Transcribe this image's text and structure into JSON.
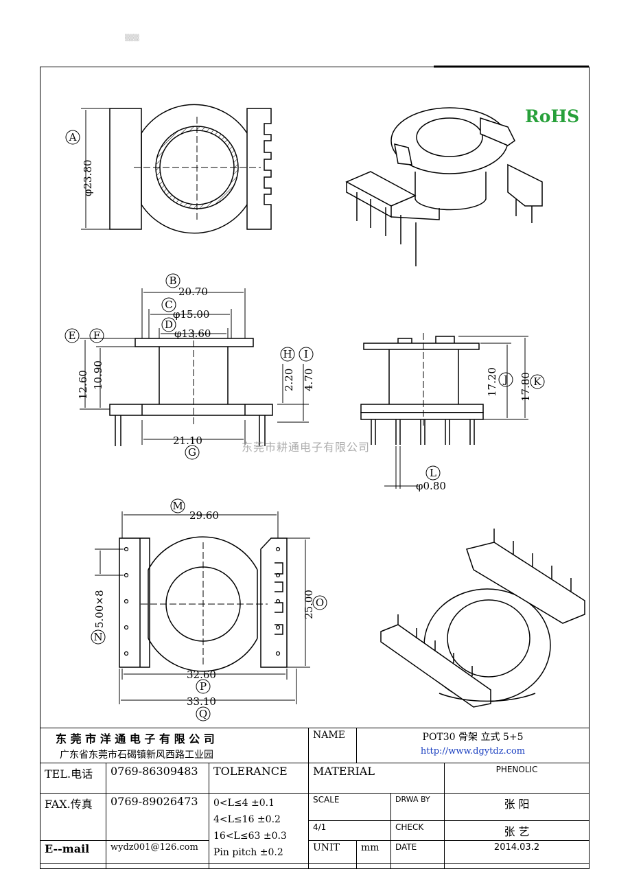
{
  "brand_mark": "RoHS",
  "watermark": "东莞市耕通电子有限公司",
  "dimensions": {
    "A": {
      "letter": "A",
      "value": "φ23.80"
    },
    "B": {
      "letter": "B",
      "value": "20.70"
    },
    "C": {
      "letter": "C",
      "value": "φ15.00"
    },
    "D": {
      "letter": "D",
      "value": "φ13.60"
    },
    "E": {
      "letter": "E",
      "value": "12.60"
    },
    "F": {
      "letter": "F",
      "value": "10.90"
    },
    "G": {
      "letter": "G",
      "value": "21.10"
    },
    "H": {
      "letter": "H",
      "value": "2.20"
    },
    "I": {
      "letter": "I",
      "value": "4.70"
    },
    "J": {
      "letter": "J",
      "value": "17.20"
    },
    "K": {
      "letter": "K",
      "value": "17.80"
    },
    "L": {
      "letter": "L",
      "value": "φ0.80"
    },
    "M": {
      "letter": "M",
      "value": "29.60"
    },
    "N": {
      "letter": "N",
      "value": "5.00×8"
    },
    "O": {
      "letter": "O",
      "value": "25.00"
    },
    "P": {
      "letter": "P",
      "value": "32.60"
    },
    "Q": {
      "letter": "Q",
      "value": "33.10"
    }
  },
  "title_block": {
    "company": "东 莞 市 洋 通 电 子 有 限 公 司",
    "address": "广东省东莞市石碣镇新风西路工业园",
    "name_label": "NAME",
    "name_value": "POT30 骨架 立式 5+5",
    "website": "http://www.dgytdz.com",
    "tel_label": "TEL.电话",
    "tel_value": "0769-86309483",
    "tolerance_label": "TOLERANCE",
    "material_label": "MATERIAL",
    "material_value": "PHENOLIC",
    "fax_label": "FAX.传真",
    "fax_value": "0769-89026473",
    "tolerance_lines": [
      "0<L≤4   ±0.1",
      "4<L≤16  ±0.2",
      "16<L≤63  ±0.3",
      "Pin pitch ±0.2"
    ],
    "scale_label": "SCALE",
    "scale_value": "4/1",
    "drawn_label": "DRWA BY",
    "drawn_value": "张 阳",
    "check_label": "CHECK",
    "check_value": "张 艺",
    "email_label": "E--mail",
    "email_value": "wydz001@126.com",
    "unit_label": "UNIT",
    "unit_value": "mm",
    "date_label": "DATE",
    "date_value": "2014.03.2"
  }
}
